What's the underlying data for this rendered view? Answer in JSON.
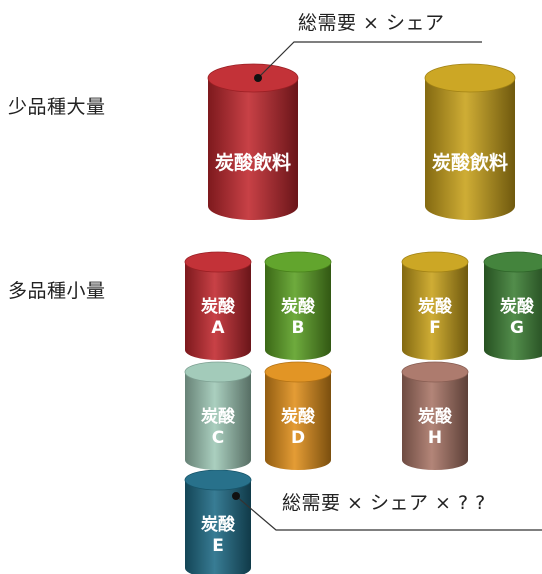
{
  "labels": {
    "row_top": "少品種大量",
    "row_bottom": "多品種小量",
    "callout_top": "総需要 × シェア",
    "callout_bottom": "総需要 × シェア × ? ?"
  },
  "big_cans": [
    {
      "id": "big-red",
      "label": "炭酸飲料",
      "color": "#c0272d"
    },
    {
      "id": "big-gold",
      "label": "炭酸飲料",
      "color": "#c9a21a"
    }
  ],
  "small_cans": [
    {
      "id": "A",
      "line1": "炭酸",
      "line2": "A",
      "color": "#c0272d"
    },
    {
      "id": "B",
      "line1": "炭酸",
      "line2": "B",
      "color": "#5aa022"
    },
    {
      "id": "C",
      "line1": "炭酸",
      "line2": "C",
      "color": "#9ec8b6"
    },
    {
      "id": "D",
      "line1": "炭酸",
      "line2": "D",
      "color": "#e08f1a"
    },
    {
      "id": "E",
      "line1": "炭酸",
      "line2": "E",
      "color": "#1d6a85"
    },
    {
      "id": "F",
      "line1": "炭酸",
      "line2": "F",
      "color": "#c9a21a"
    },
    {
      "id": "G",
      "line1": "炭酸",
      "line2": "G",
      "color": "#3a7d33"
    },
    {
      "id": "H",
      "line1": "炭酸",
      "line2": "H",
      "color": "#a97466"
    }
  ]
}
